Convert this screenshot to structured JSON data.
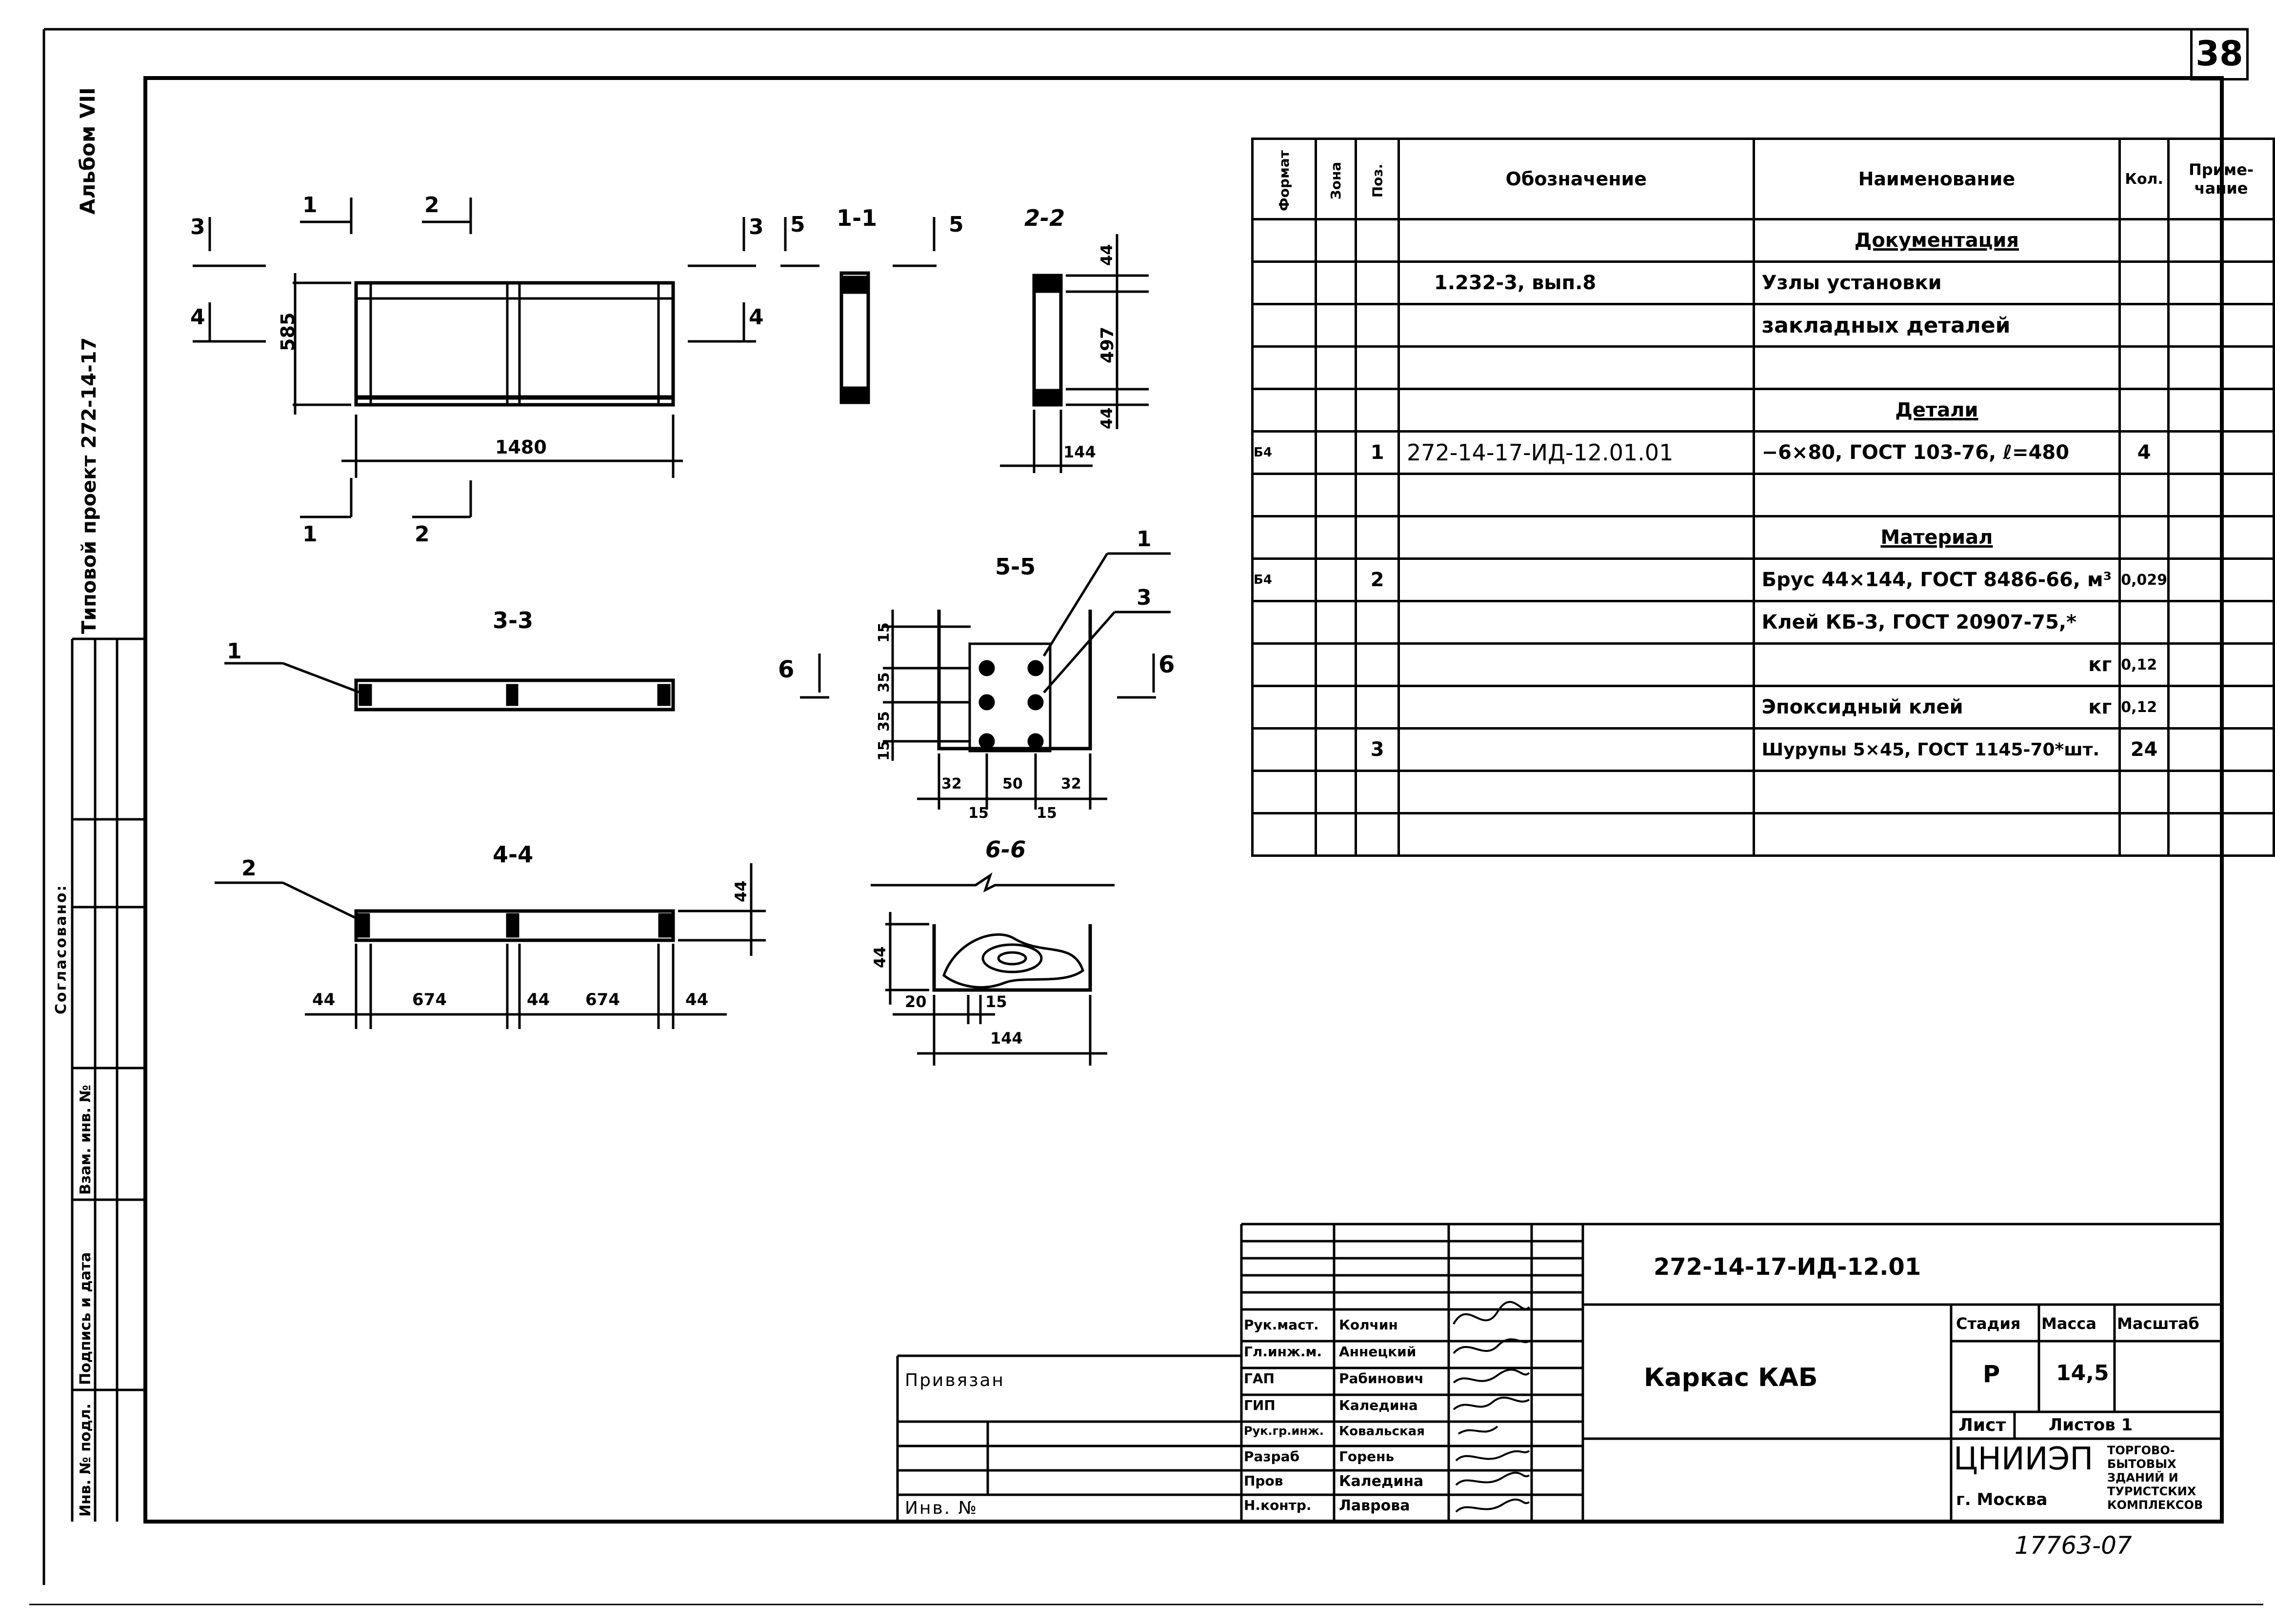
{
  "page_number": "38",
  "sidebar": {
    "album": "Альбом VII",
    "project": "Типовой проект 272-14-17",
    "agreed": "Согласовано:",
    "col_inv_podl": "Инв. № подл.",
    "col_sign_date": "Подпись и дата",
    "col_vzam_inv": "Взам. инв. №"
  },
  "views": {
    "v11": "1-1",
    "v22": "2-2",
    "v33": "3-3",
    "v44": "4-4",
    "v55": "5-5",
    "v66": "6-6",
    "cut1": "1",
    "cut2": "2",
    "cut3": "3",
    "cut4": "4",
    "cut5": "5",
    "cut6": "6"
  },
  "dims": {
    "height": "585",
    "length": "1480",
    "d44": "44",
    "d497": "497",
    "d144": "144",
    "d674": "674",
    "d15": "15",
    "d35": "35",
    "d32": "32",
    "d50": "50",
    "d20": "20"
  },
  "callouts": {
    "c1": "1",
    "c2": "2",
    "c3": "3"
  },
  "spec_table": {
    "headers": {
      "format": "Формат",
      "zone": "Зона",
      "pos": "Поз.",
      "designation": "Обозначение",
      "name": "Наименование",
      "qty": "Кол.",
      "note": "Приме-чание"
    },
    "rows": [
      {
        "name": "Документация",
        "section": true
      },
      {
        "designation": "1.232-3, вып.8",
        "name": "Узлы установки"
      },
      {
        "name": "закладных деталей"
      },
      {},
      {
        "name": "Детали",
        "section": true
      },
      {
        "format": "Б4",
        "pos": "1",
        "designation": "272-14-17-ИД-12.01.01",
        "name": "−6×80, ГОСТ 103-76, ℓ=480",
        "qty": "4"
      },
      {},
      {
        "name": "Материал",
        "section": true
      },
      {
        "format": "Б4",
        "pos": "2",
        "name": "Брус 44×144, ГОСТ 8486-66, м³",
        "qty": "0,029"
      },
      {
        "name": "Клей КБ-3, ГОСТ 20907-75,*"
      },
      {
        "name_right": "кг",
        "qty": "0,12"
      },
      {
        "name": "Эпоксидный клей",
        "name_right": "кг",
        "qty": "0,12"
      },
      {
        "pos": "3",
        "name": "Шурупы 5×45, ГОСТ 1145-70*шт.",
        "qty": "24"
      },
      {},
      {}
    ]
  },
  "title_block": {
    "doc_code": "272-14-17-ИД-12.01",
    "title": "Каркас КАБ",
    "stage_label": "Стадия",
    "mass_label": "Масса",
    "scale_label": "Масштаб",
    "stage": "Р",
    "mass": "14,5",
    "sheet_label": "Лист",
    "sheets_label": "Листов 1",
    "org": "ЦНИИЭП",
    "city": "г. Москва",
    "org_desc": "торгово-бытовых зданий и туристских комплексов",
    "privyazan": "Привязан",
    "inv_no": "Инв. №",
    "roles": [
      "Рук.маст.",
      "Гл.инж.м.",
      "ГАП",
      "ГИП",
      "Рук.гр.инж.",
      "Разраб",
      "Пров",
      "Н.контр."
    ],
    "people": [
      "Колчин",
      "Аннецкий",
      "Рабинович",
      "Каледина",
      "Ковальская",
      "Горень",
      "Каледина",
      "Лаврова"
    ],
    "signatures": [
      "Колчин",
      "Аннецкий",
      "Рабинович",
      "Каледина",
      "Ковальская",
      "Горень",
      "Каледина",
      "Лаврова"
    ]
  },
  "bottom_code": "17763-07"
}
